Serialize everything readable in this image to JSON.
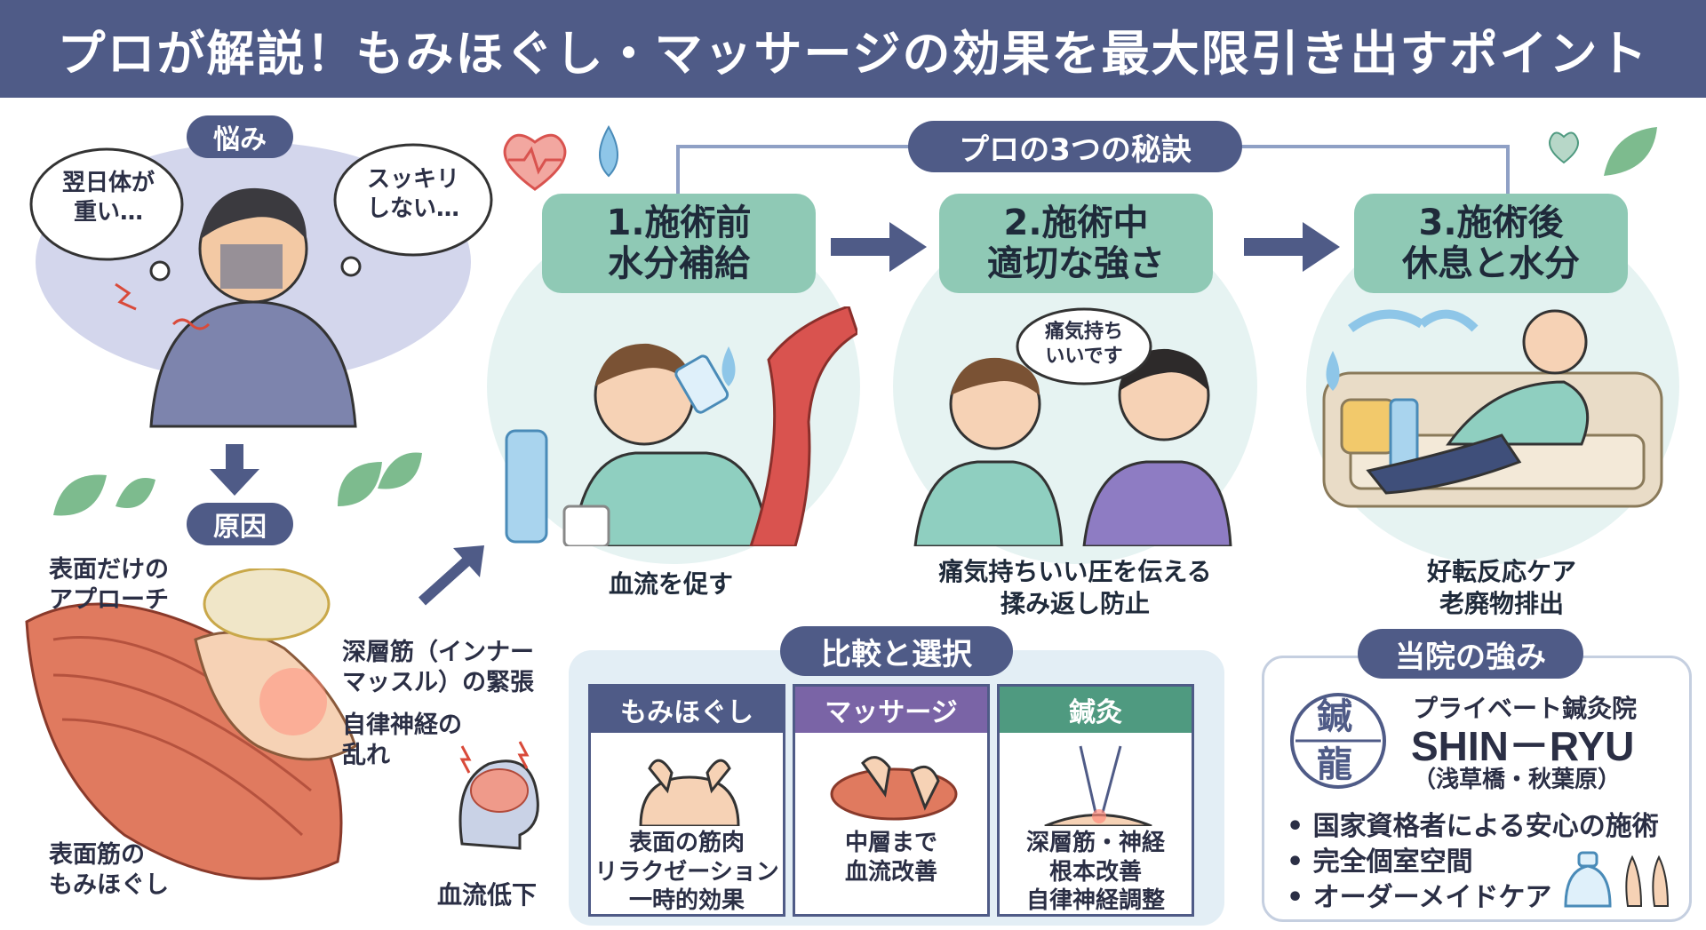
{
  "header": {
    "title": "プロが解説！もみほぐし・マッサージの効果を最大限引き出すポイント"
  },
  "left": {
    "worry_label": "悩み",
    "bubble1": [
      "翌日体が",
      "重い…"
    ],
    "bubble2": [
      "スッキリ",
      "しない…"
    ],
    "cause_label": "原因",
    "surface_approach": [
      "表面だけの",
      "アプローチ"
    ],
    "deep_muscle": [
      "深層筋（インナー",
      "マッスル）の緊張"
    ],
    "autonomic": [
      "自律神経の",
      "乱れ"
    ],
    "surface_massage": [
      "表面筋の",
      "もみほぐし"
    ],
    "blood_flow_down": "血流低下"
  },
  "secrets": {
    "label": "プロの3つの秘訣",
    "steps": [
      {
        "title": [
          "1.施術前",
          "水分補給"
        ],
        "caption": [
          "血流を促す"
        ]
      },
      {
        "title": [
          "2.施術中",
          "適切な強さ"
        ],
        "caption": [
          "痛気持ちいい圧を伝える",
          "揉み返し防止"
        ],
        "speech": [
          "痛気持ち",
          "いいです"
        ]
      },
      {
        "title": [
          "3.施術後",
          "休息と水分"
        ],
        "caption": [
          "好転反応ケア",
          "老廃物排出"
        ]
      }
    ]
  },
  "compare": {
    "label": "比較と選択",
    "columns": [
      {
        "name": "もみほぐし",
        "color": "#4f5b87",
        "text": [
          "表面の筋肉",
          "リラクゼーション",
          "一時的効果"
        ]
      },
      {
        "name": "マッサージ",
        "color": "#7a64a6",
        "text": [
          "中層まで",
          "血流改善"
        ]
      },
      {
        "name": "鍼灸",
        "color": "#4f9a80",
        "text": [
          "深層筋・神経",
          "根本改善",
          "自律神経調整"
        ]
      }
    ]
  },
  "strengths": {
    "label": "当院の強み",
    "logo_chars": [
      "鍼",
      "龍"
    ],
    "clinic_type": "プライベート鍼灸院",
    "clinic_name": "SHIN－RYU",
    "location": "（浅草橋・秋葉原）",
    "bullets": [
      "国家資格者による安心の施術",
      "完全個室空間",
      "オーダーメイドケア"
    ]
  },
  "colors": {
    "navy": "#4f5b87",
    "mint": "#8fc9b5",
    "purple": "#7a64a6",
    "green": "#4f9a80",
    "circle_bg": "#e6f3f2"
  }
}
